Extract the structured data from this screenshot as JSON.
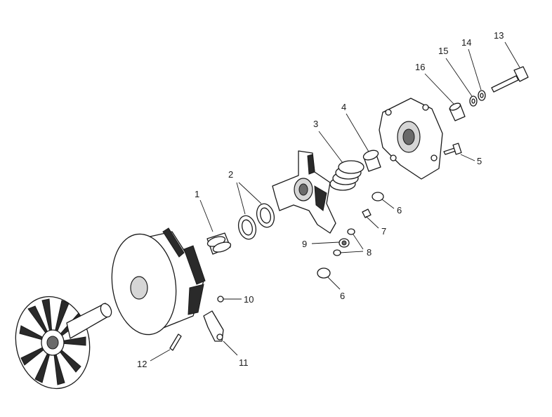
{
  "callouts": {
    "c1": "1",
    "c2": "2",
    "c3": "3",
    "c4": "4",
    "c5": "5",
    "c6a": "6",
    "c6b": "6",
    "c7": "7",
    "c8": "8",
    "c9": "9",
    "c10": "10",
    "c11": "11",
    "c12": "12",
    "c13": "13",
    "c14": "14",
    "c15": "15",
    "c16": "16"
  }
}
